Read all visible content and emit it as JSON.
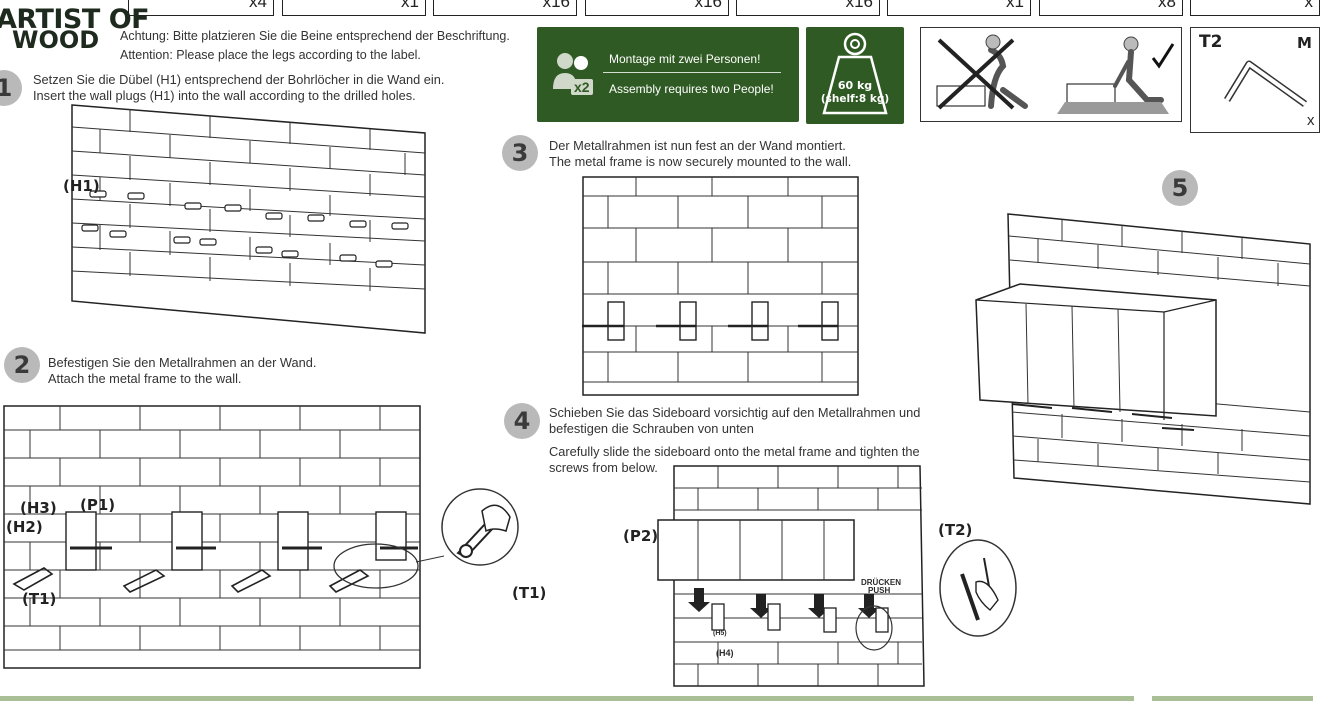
{
  "header": {
    "qty_boxes": [
      "x4",
      "x1",
      "x16",
      "x16",
      "x16",
      "x1",
      "x8",
      "x"
    ],
    "brand_line1": "ARTIST OF",
    "brand_line2": "WOOD"
  },
  "notes": {
    "de": "Achtung: Bitte platzieren Sie die Beine entsprechend der Beschriftung.",
    "en": "Attention: Please place the legs according to the label."
  },
  "badges": {
    "two_people_de": "Montage mit zwei Personen!",
    "two_people_en": "Assembly requires two People!",
    "people_count": "x2",
    "weight_main": "60 kg",
    "weight_shelf": "(shelf:8 kg)"
  },
  "tool_box": {
    "label": "T2",
    "label_right": "M",
    "qty": "x"
  },
  "steps": [
    {
      "number": "1",
      "de": "Setzen Sie die Dübel (H1) entsprechend der Bohrlöcher in die Wand ein.",
      "en": "Insert the wall plugs (H1) into the wall according to the drilled holes.",
      "labels": [
        "(H1)"
      ]
    },
    {
      "number": "2",
      "de": "Befestigen Sie den Metallrahmen an der Wand.",
      "en": "Attach the metal frame to the wall.",
      "labels": [
        "(H3)",
        "(H2)",
        "(P1)",
        "(T1)",
        "(T1)"
      ]
    },
    {
      "number": "3",
      "de": "Der Metallrahmen ist nun fest an der Wand montiert.",
      "en": "The metal frame is now securely mounted to the wall."
    },
    {
      "number": "4",
      "de1": "Schieben Sie das Sideboard vorsichtig auf den Metallrahmen und",
      "de2": "befestigen die Schrauben von unten",
      "en1": "Carefully slide the sideboard onto the metal frame and tighten the",
      "en2": "screws from below.",
      "labels": [
        "(P2)",
        "(T2)",
        "(H5)",
        "(H4)"
      ],
      "push_de": "DRÜCKEN",
      "push_en": "PUSH"
    },
    {
      "number": "5"
    }
  ],
  "colors": {
    "green": "#2f5a23",
    "step_circle": "#b9b9b9",
    "bottom_bar": "#a9bf95"
  }
}
